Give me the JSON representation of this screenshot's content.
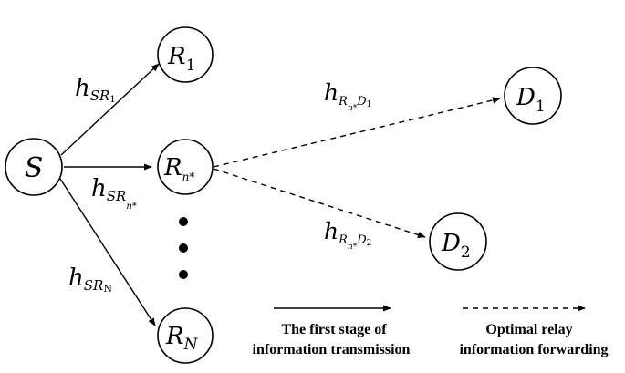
{
  "nodes": {
    "source": {
      "main": "S",
      "sub": ""
    },
    "relay_1": {
      "main": "R",
      "sub": "1"
    },
    "relay_opt": {
      "main": "R",
      "sub": "n*"
    },
    "relay_n": {
      "main": "R",
      "sub": "N"
    },
    "dest_1": {
      "main": "D",
      "sub": "1"
    },
    "dest_2": {
      "main": "D",
      "sub": "2"
    }
  },
  "edges": {
    "sr1": {
      "h": "h",
      "sub": "SR",
      "subsub": "1"
    },
    "srn_opt": {
      "h": "h",
      "sub": "SR",
      "subsub": "n*"
    },
    "srn": {
      "h": "h",
      "sub": "SR",
      "subsub": "N"
    },
    "rd1": {
      "h": "h",
      "r": "R",
      "rsub": "n*",
      "d": "D",
      "dsub": "1"
    },
    "rd2": {
      "h": "h",
      "r": "R",
      "rsub": "n*",
      "d": "D",
      "dsub": "2"
    }
  },
  "legend": {
    "solid_line1": "The first stage of",
    "solid_line2": "information transmission",
    "dashed_line1": "Optimal relay",
    "dashed_line2": "information forwarding"
  }
}
